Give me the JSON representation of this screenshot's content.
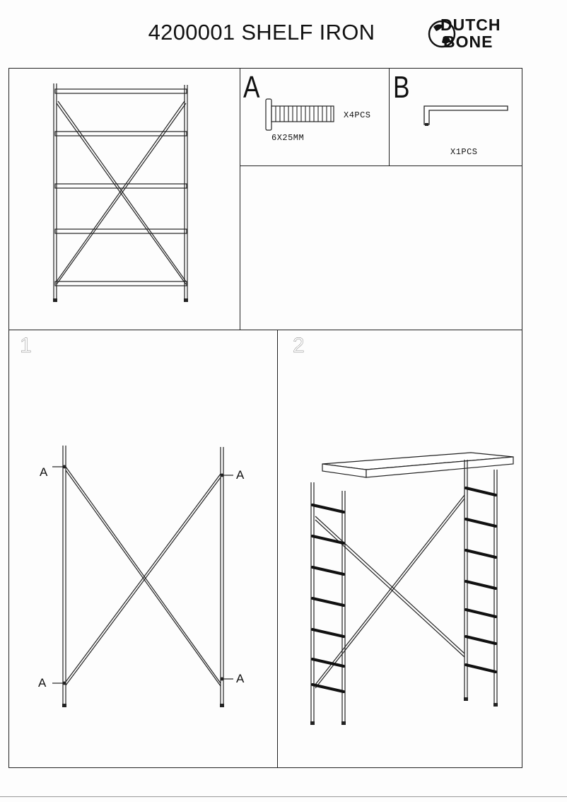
{
  "header": {
    "title": "4200001 SHELF IRON",
    "logo_line1": "DUTCH",
    "logo_line2": "BONE"
  },
  "parts": {
    "a": {
      "letter": "A",
      "quantity": "X4PCS",
      "size": "6X25MM",
      "icon": "bolt-icon"
    },
    "b": {
      "letter": "B",
      "quantity": "X1PCS",
      "icon": "allen-key-icon"
    }
  },
  "steps": {
    "step1": {
      "number": "1",
      "callout": "A"
    },
    "step2": {
      "number": "2"
    }
  }
}
